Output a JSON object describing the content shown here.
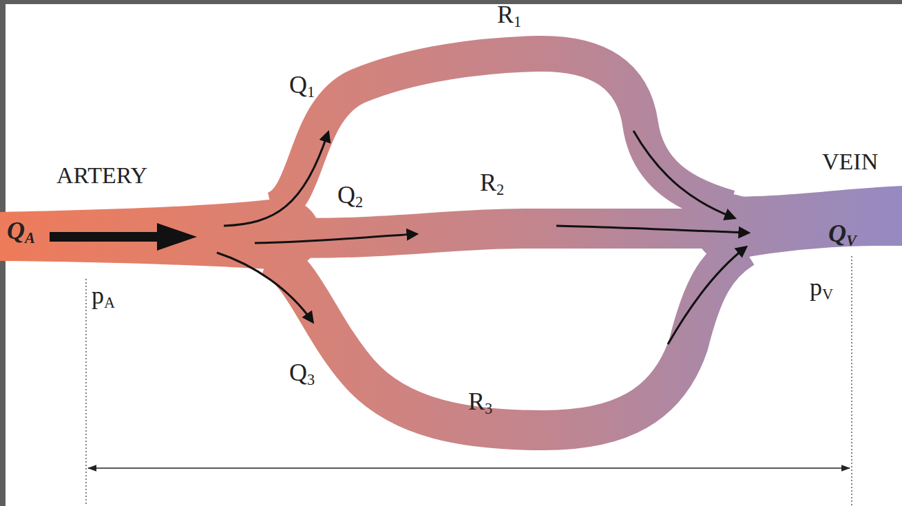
{
  "diagram": {
    "labels": [
      "R1",
      "Q1",
      "ARTERY",
      "VEIN",
      "Q2",
      "R2",
      "QA",
      "QV",
      "pA",
      "pV",
      "Q3",
      "R3"
    ]
  }
}
